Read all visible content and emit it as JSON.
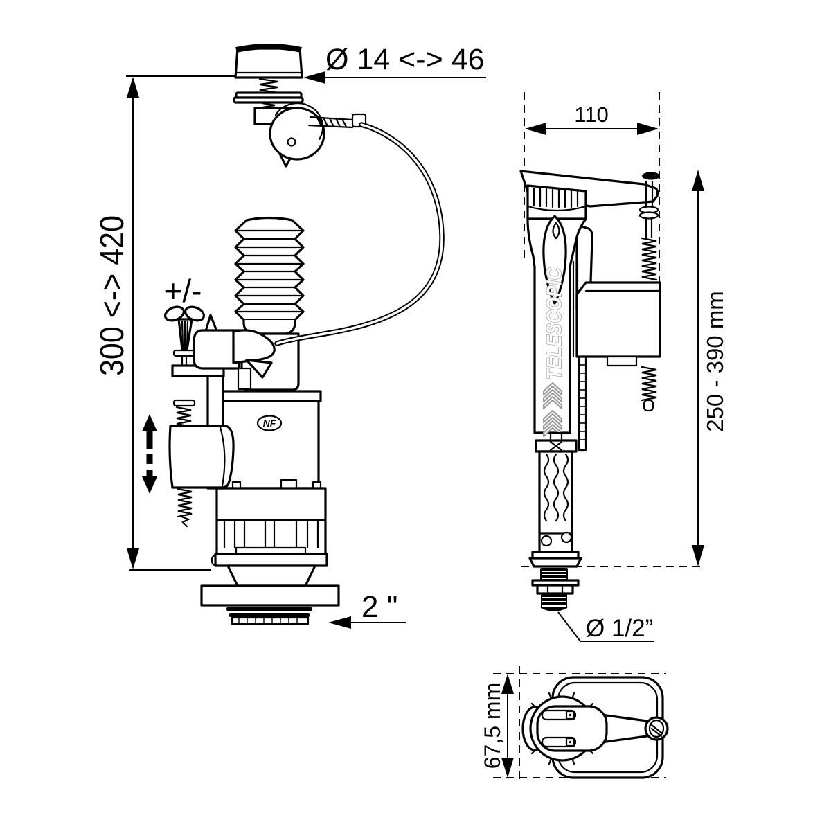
{
  "colors": {
    "line": "#000000",
    "background": "#ffffff",
    "outline_label": "#9b9b9b"
  },
  "flush_valve_view": {
    "button_diameter_label": "Ø 14 <-> 46",
    "total_height_label": "300 <-> 420",
    "adjustment_label": "+/-",
    "outlet_size_label": "2 \"",
    "certification_mark": "NF"
  },
  "fill_valve_view": {
    "width_label": "110",
    "height_range_label": "250 - 390 mm",
    "body_marking": "TELESCOPIC",
    "inlet_thread_label": "Ø 1/2”"
  },
  "fill_valve_top_view": {
    "depth_label": "67,5 mm"
  }
}
